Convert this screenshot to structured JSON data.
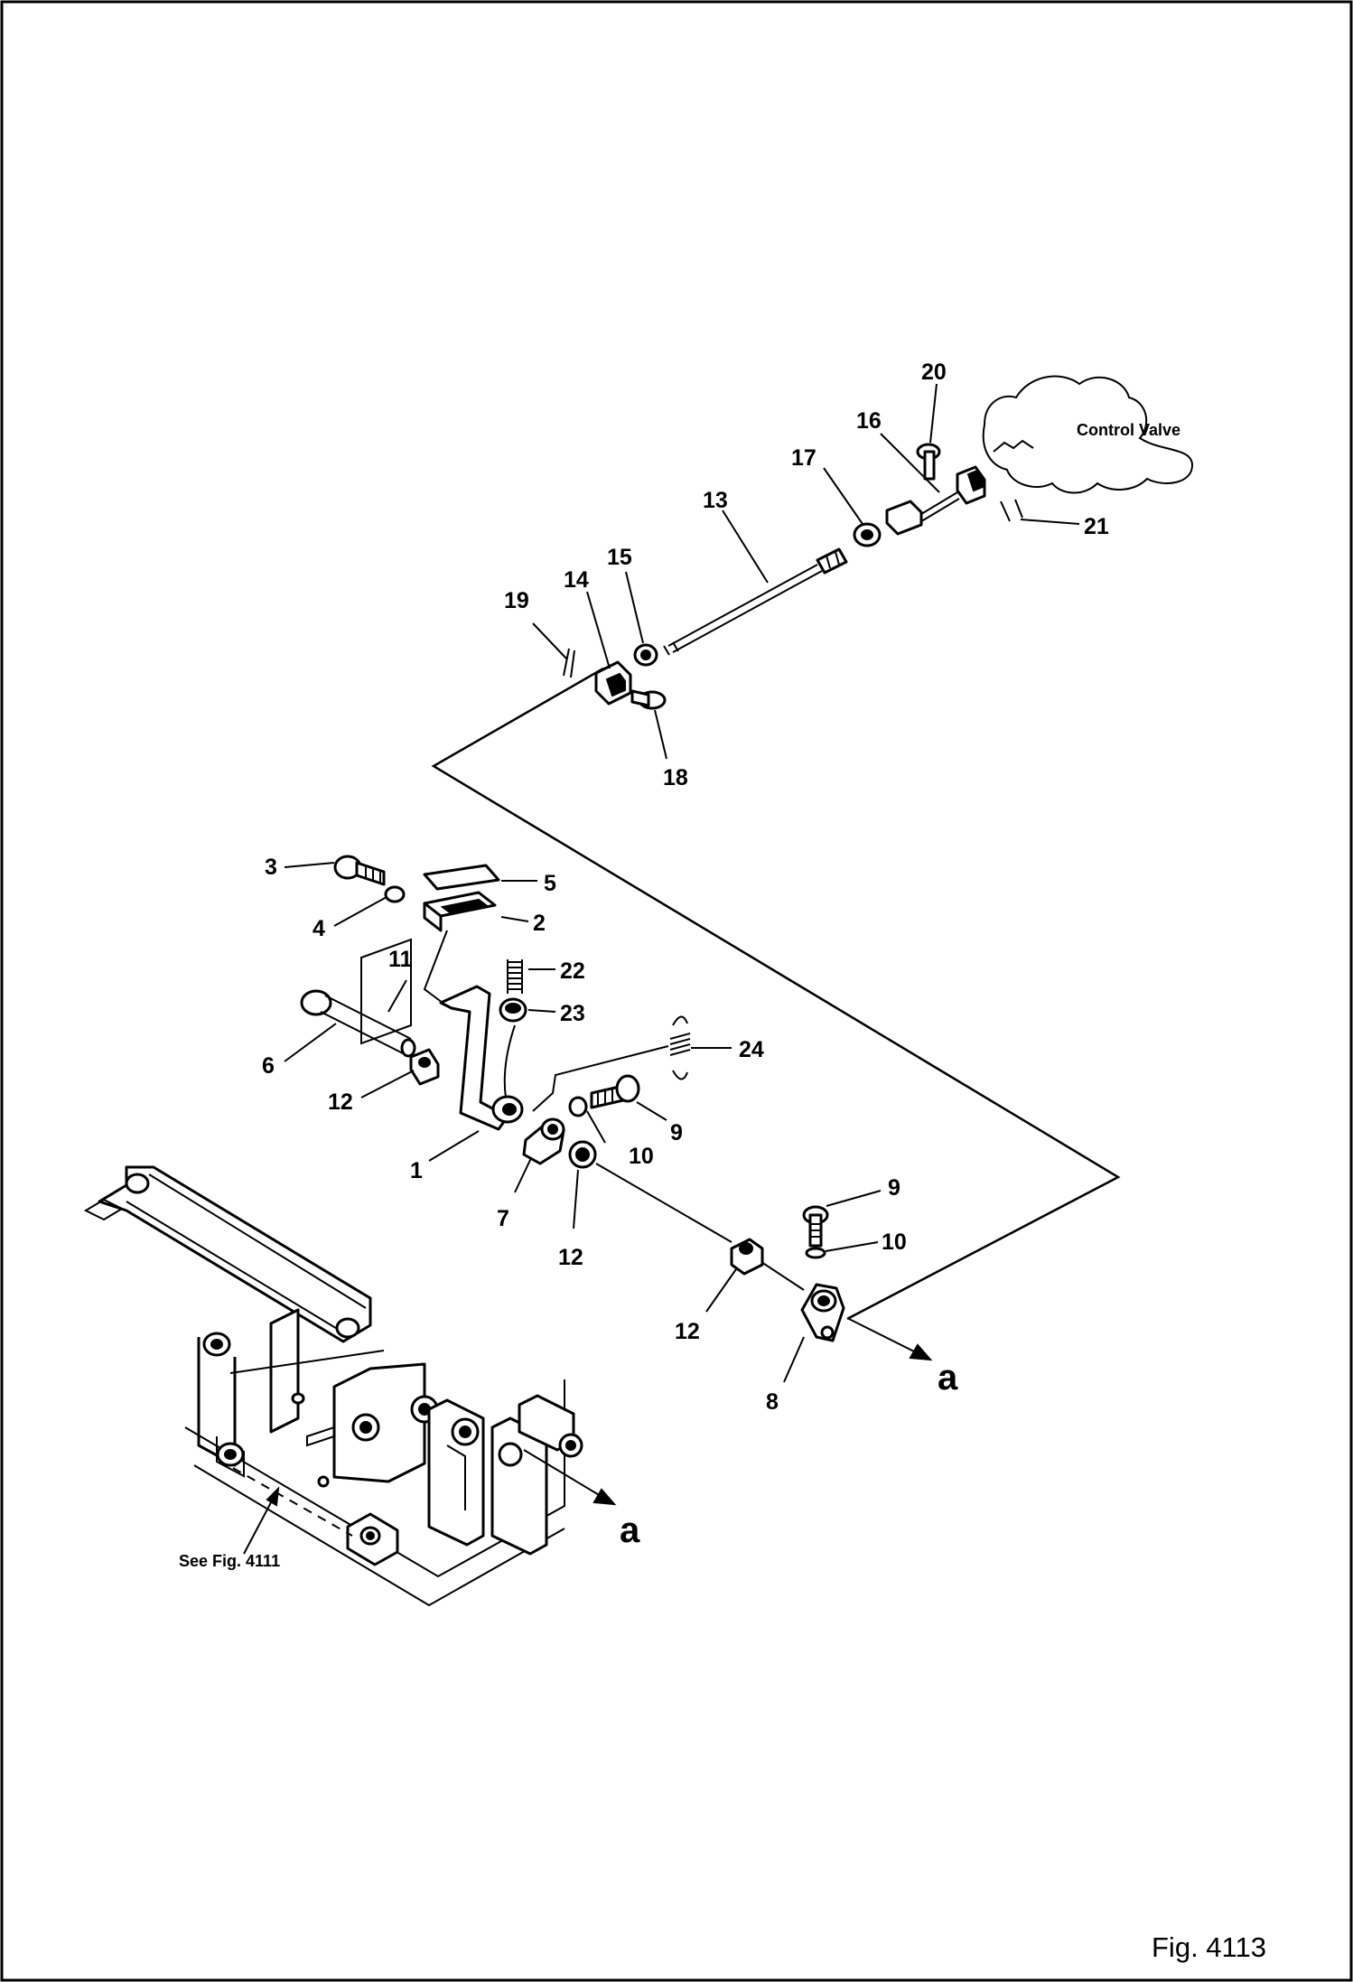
{
  "figure": {
    "fig_label": "Fig. 4113",
    "control_valve_label": "Control Valve",
    "see_fig_label": "See Fig. 4111",
    "connection_marker": "a"
  },
  "callouts": [
    {
      "id": "c20",
      "number": "20"
    },
    {
      "id": "c16",
      "number": "16"
    },
    {
      "id": "c17",
      "number": "17"
    },
    {
      "id": "c13",
      "number": "13"
    },
    {
      "id": "c21",
      "number": "21"
    },
    {
      "id": "c14",
      "number": "14"
    },
    {
      "id": "c15",
      "number": "15"
    },
    {
      "id": "c19",
      "number": "19"
    },
    {
      "id": "c18",
      "number": "18"
    },
    {
      "id": "c3",
      "number": "3"
    },
    {
      "id": "c5",
      "number": "5"
    },
    {
      "id": "c4",
      "number": "4"
    },
    {
      "id": "c2",
      "number": "2"
    },
    {
      "id": "c11",
      "number": "11"
    },
    {
      "id": "c22",
      "number": "22"
    },
    {
      "id": "c23",
      "number": "23"
    },
    {
      "id": "c24",
      "number": "24"
    },
    {
      "id": "c6",
      "number": "6"
    },
    {
      "id": "c12a",
      "number": "12"
    },
    {
      "id": "c9a",
      "number": "9"
    },
    {
      "id": "c10a",
      "number": "10"
    },
    {
      "id": "c1",
      "number": "1"
    },
    {
      "id": "c7",
      "number": "7"
    },
    {
      "id": "c12b",
      "number": "12"
    },
    {
      "id": "c9b",
      "number": "9"
    },
    {
      "id": "c10b",
      "number": "10"
    },
    {
      "id": "c12c",
      "number": "12"
    },
    {
      "id": "c8",
      "number": "8"
    }
  ]
}
